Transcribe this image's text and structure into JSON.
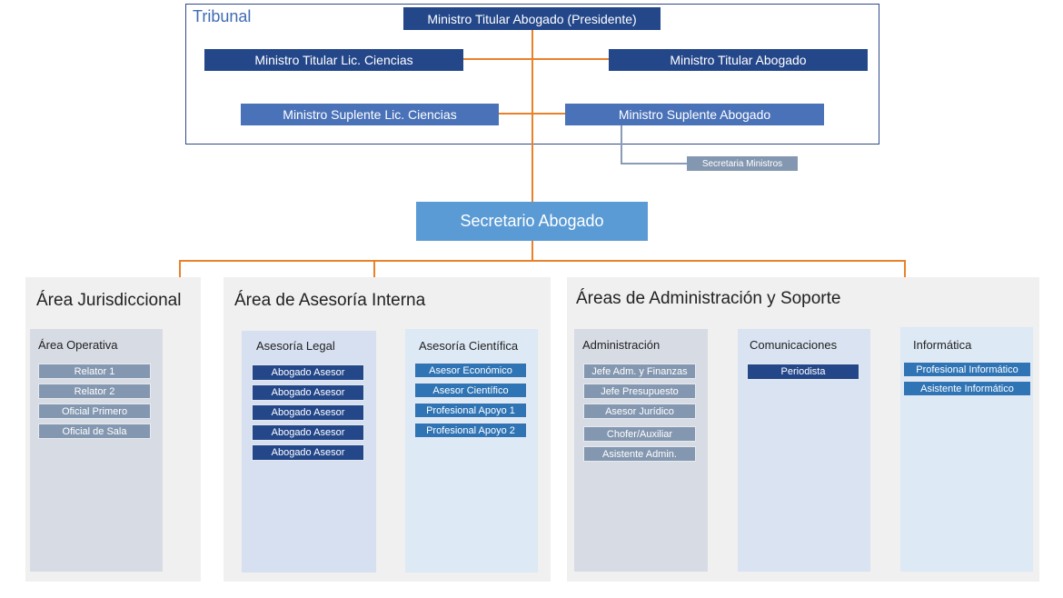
{
  "tribunal": {
    "label": "Tribunal",
    "president": "Ministro Titular Abogado (Presidente)",
    "titular_ciencias": "Ministro Titular Lic. Ciencias",
    "titular_abogado": "Ministro Titular Abogado",
    "suplente_ciencias": "Ministro Suplente Lic. Ciencias",
    "suplente_abogado": "Ministro Suplente Abogado"
  },
  "secretaria_ministros": "Secretaria Ministros",
  "secretario": "Secretario Abogado",
  "areas": {
    "jurisdiccional": {
      "title": "Área Jurisdiccional",
      "operativa": {
        "title": "Área Operativa",
        "items": [
          "Relator 1",
          "Relator 2",
          "Oficial Primero",
          "Oficial de Sala"
        ]
      }
    },
    "asesoria": {
      "title": "Área de Asesoría Interna",
      "legal": {
        "title": "Asesoría Legal",
        "items": [
          "Abogado Asesor",
          "Abogado Asesor",
          "Abogado Asesor",
          "Abogado Asesor",
          "Abogado Asesor"
        ]
      },
      "cientifica": {
        "title": "Asesoría Científica",
        "items": [
          "Asesor Económico",
          "Asesor Científico",
          "Profesional Apoyo 1",
          "Profesional Apoyo 2"
        ]
      }
    },
    "administracion": {
      "title": "Áreas de Administración y Soporte",
      "admin": {
        "title": "Administración",
        "items": [
          "Jefe Adm. y Finanzas",
          "Jefe Presupuesto",
          "Asesor Jurídico",
          "Chofer/Auxiliar",
          "Asistente Admin."
        ]
      },
      "comunicaciones": {
        "title": "Comunicaciones",
        "items": [
          "Periodista"
        ]
      },
      "informatica": {
        "title": "Informática",
        "items": [
          "Profesional Informático",
          "Asistente Informático"
        ]
      }
    }
  },
  "colors": {
    "connector": "#e8822a",
    "tribunal_border": "#2e4a8a",
    "navy": "#24478a",
    "mid_blue": "#4a72b8",
    "light_blue": "#5b9bd5",
    "grey_blue": "#8497b0",
    "bright_blue": "#2f74b5"
  }
}
